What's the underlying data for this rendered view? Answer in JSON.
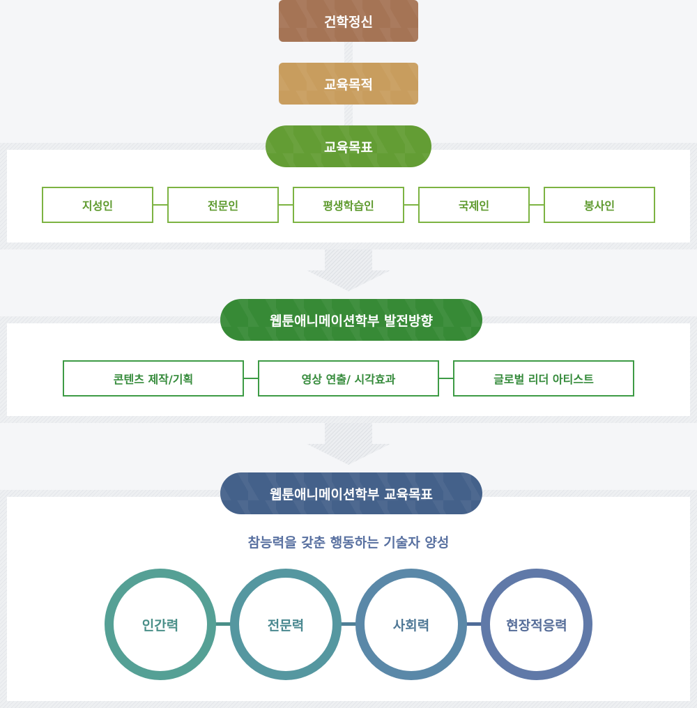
{
  "top": {
    "spirit": "건학정신",
    "purpose": "교육목적",
    "goal": "교육목표"
  },
  "goals": [
    "지성인",
    "전문인",
    "평생학습인",
    "국제인",
    "봉사인"
  ],
  "direction": {
    "title": "웹툰애니메이션학부 발전방향",
    "items": [
      "콘텐츠 제작/기획",
      "영상 연출/ 시각효과",
      "글로벌 리더 아티스트"
    ]
  },
  "dept_goal": {
    "title": "웹툰애니메이션학부 교육목표",
    "subtitle": "참능력을 갖춘 행동하는 기술자 양성",
    "competencies": [
      "인간력",
      "전문력",
      "사회력",
      "현장적응력"
    ]
  },
  "colors": {
    "spirit": "#a57455",
    "purpose": "#c89d5e",
    "goal": "#639d34",
    "direction": "#378a36",
    "dept": "#44618a"
  }
}
